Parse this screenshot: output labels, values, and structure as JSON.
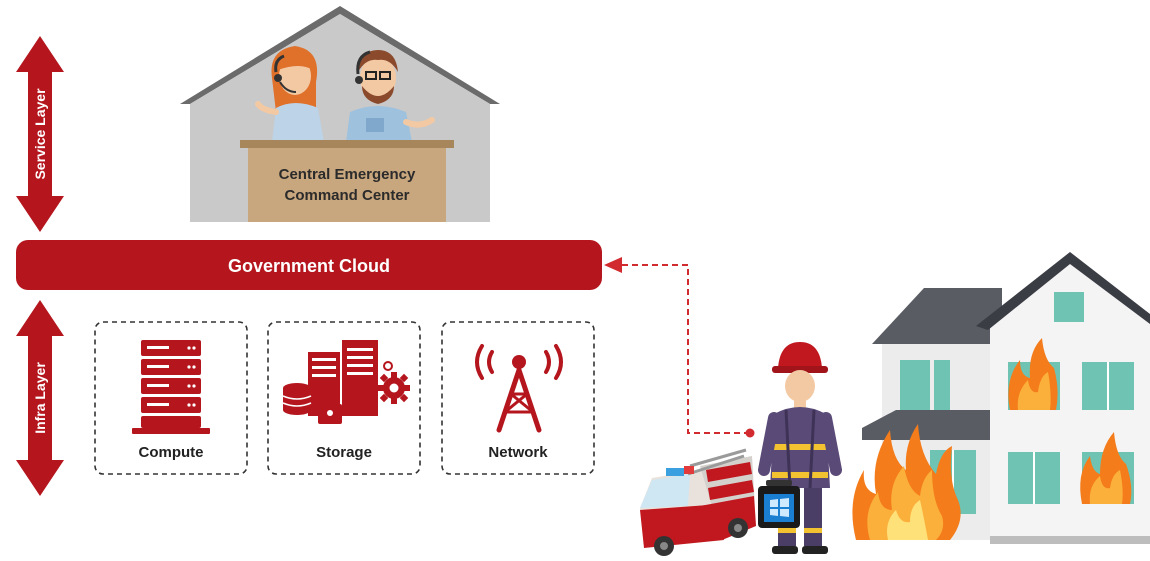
{
  "layers": {
    "service_label": "Service Layer",
    "infra_label": "Infra Layer"
  },
  "command_center": {
    "line1": "Central Emergency",
    "line2": "Command Center"
  },
  "cloud": {
    "label": "Government Cloud"
  },
  "infra": {
    "compute_label": "Compute",
    "storage_label": "Storage",
    "network_label": "Network"
  },
  "colors": {
    "accent": "#b5161e",
    "house_gray": "#c9c9c9",
    "roof_gray": "#6b6b6b",
    "desk_tan": "#c8a77e",
    "teal_window": "#6ec3b3",
    "flame_orange": "#f47c1b"
  },
  "icons": [
    "double-arrow-icon",
    "server-rack-icon",
    "storage-icon",
    "lock-icon",
    "gear-icon",
    "cell-tower-icon",
    "fire-truck-icon",
    "firefighter-icon",
    "burning-house-icon",
    "tablet-icon"
  ]
}
